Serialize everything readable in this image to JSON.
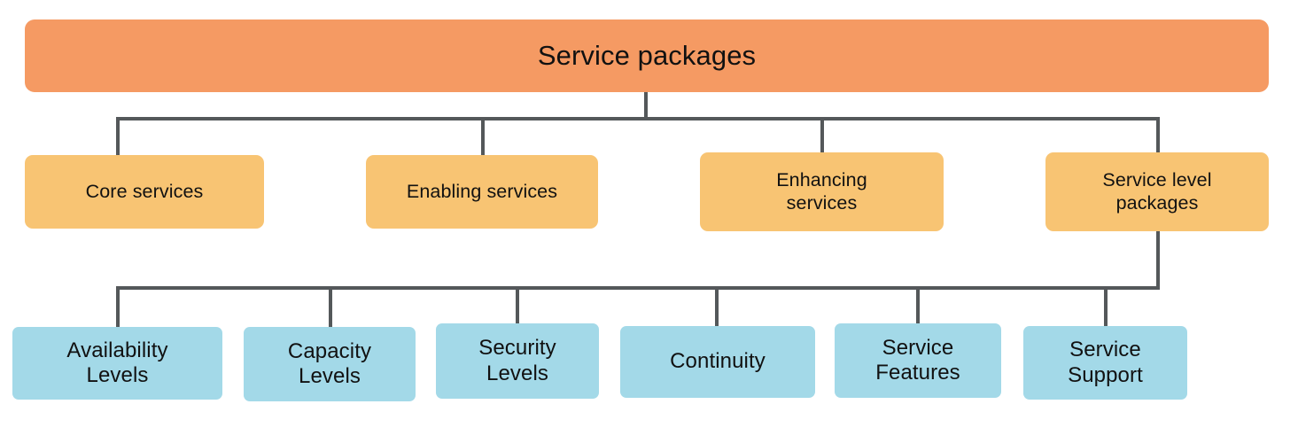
{
  "diagram": {
    "title": "Service packages",
    "type": "hierarchy-tree",
    "colors": {
      "root_fill": "#f59a63",
      "level1_fill": "#f8c473",
      "level2_fill": "#a3d9e8",
      "connector": "#54585a",
      "text": "#111111",
      "background": "#ffffff"
    },
    "root": {
      "label": "Service packages"
    },
    "level1": [
      {
        "label": "Core services"
      },
      {
        "label": "Enabling services"
      },
      {
        "label": "Enhancing\nservices"
      },
      {
        "label": "Service level\npackages"
      }
    ],
    "level2_parent": "Service level packages",
    "level2": [
      {
        "label": "Availability\nLevels"
      },
      {
        "label": "Capacity\nLevels"
      },
      {
        "label": "Security\nLevels"
      },
      {
        "label": "Continuity"
      },
      {
        "label": "Service\nFeatures"
      },
      {
        "label": "Service\nSupport"
      }
    ]
  }
}
